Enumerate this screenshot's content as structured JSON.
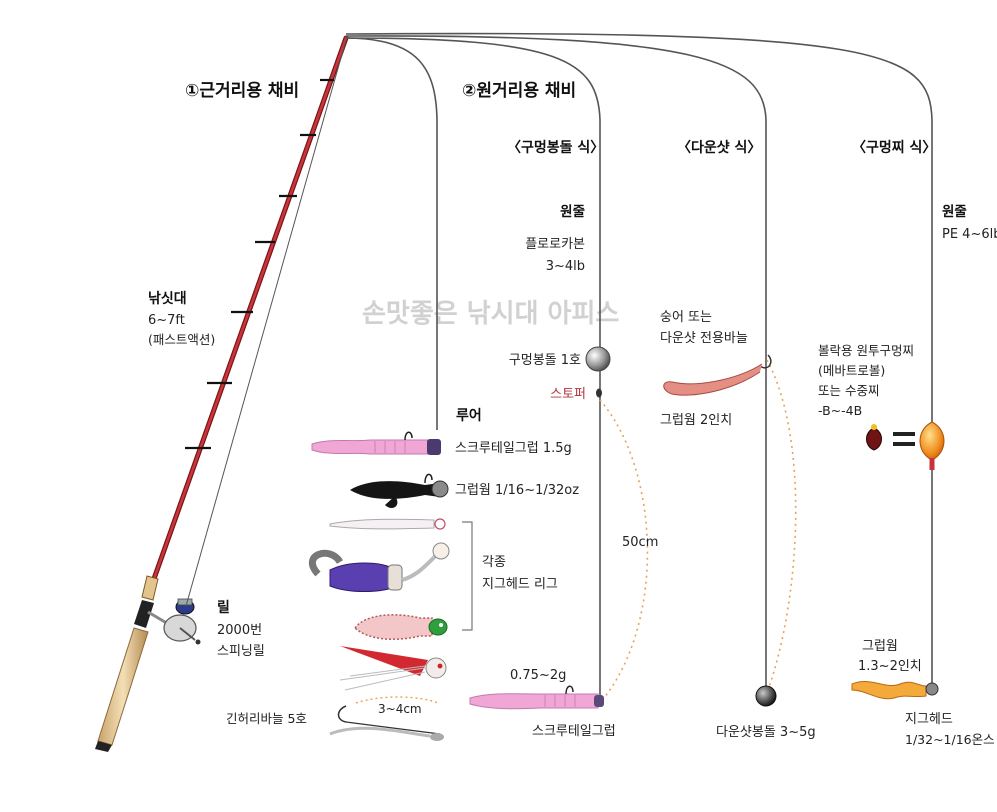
{
  "watermark": "손맛좋은 낚시대 아피스",
  "sections": {
    "near": "①근거리용 채비",
    "far": "②원거리용 채비"
  },
  "rigs": {
    "hole_sinker": "〈구멍봉돌 식〉",
    "drop_shot": "〈다운샷 식〉",
    "hole_float": "〈구멍찌 식〉"
  },
  "rod": {
    "name": "낚싯대",
    "length": "6~7ft",
    "action": "(패스트액션)"
  },
  "reel": {
    "name": "릴",
    "size": "2000번",
    "type": "스피닝릴"
  },
  "lure": {
    "title": "루어",
    "screwtail": "스크루테일그럽 1.5g",
    "grub": "그럽웜 1/16~1/32oz",
    "jig_label_1": "각종",
    "jig_label_2": "지그헤드 리그",
    "hook": "긴허리바늘 5호",
    "hook_gap": "3~4cm"
  },
  "hole_sinker_rig": {
    "line_1": "원줄",
    "line_2": "플로로카본",
    "line_3": "3~4lb",
    "sinker": "구멍봉돌 1호",
    "stopper": "스토퍼",
    "distance": "50cm",
    "weight": "0.75~2g",
    "bait": "스크루테일그럽"
  },
  "drop_shot_rig": {
    "hook_1": "숭어 또는",
    "hook_2": "다운샷 전용바늘",
    "worm": "그럽웜 2인치",
    "sinker": "다운샷봉돌 3~5g"
  },
  "hole_float_rig": {
    "line_1": "원줄",
    "line_2": "PE 4~6lb",
    "float_1": "볼락용 원투구멍찌",
    "float_2": "(메바트로볼)",
    "float_3": "또는 수중찌",
    "float_4": "-B~-4B",
    "worm_1": "그럽웜",
    "worm_2": "1.3~2인치",
    "jig_1": "지그헤드",
    "jig_2": "1/32~1/16온스"
  },
  "colors": {
    "rod_red": "#b3282d",
    "line": "#555555",
    "dotted": "#e8a25a",
    "pink_worm": "#f1a7d6",
    "label_red": "#b0343a",
    "float_orange": "#f08a1c"
  }
}
